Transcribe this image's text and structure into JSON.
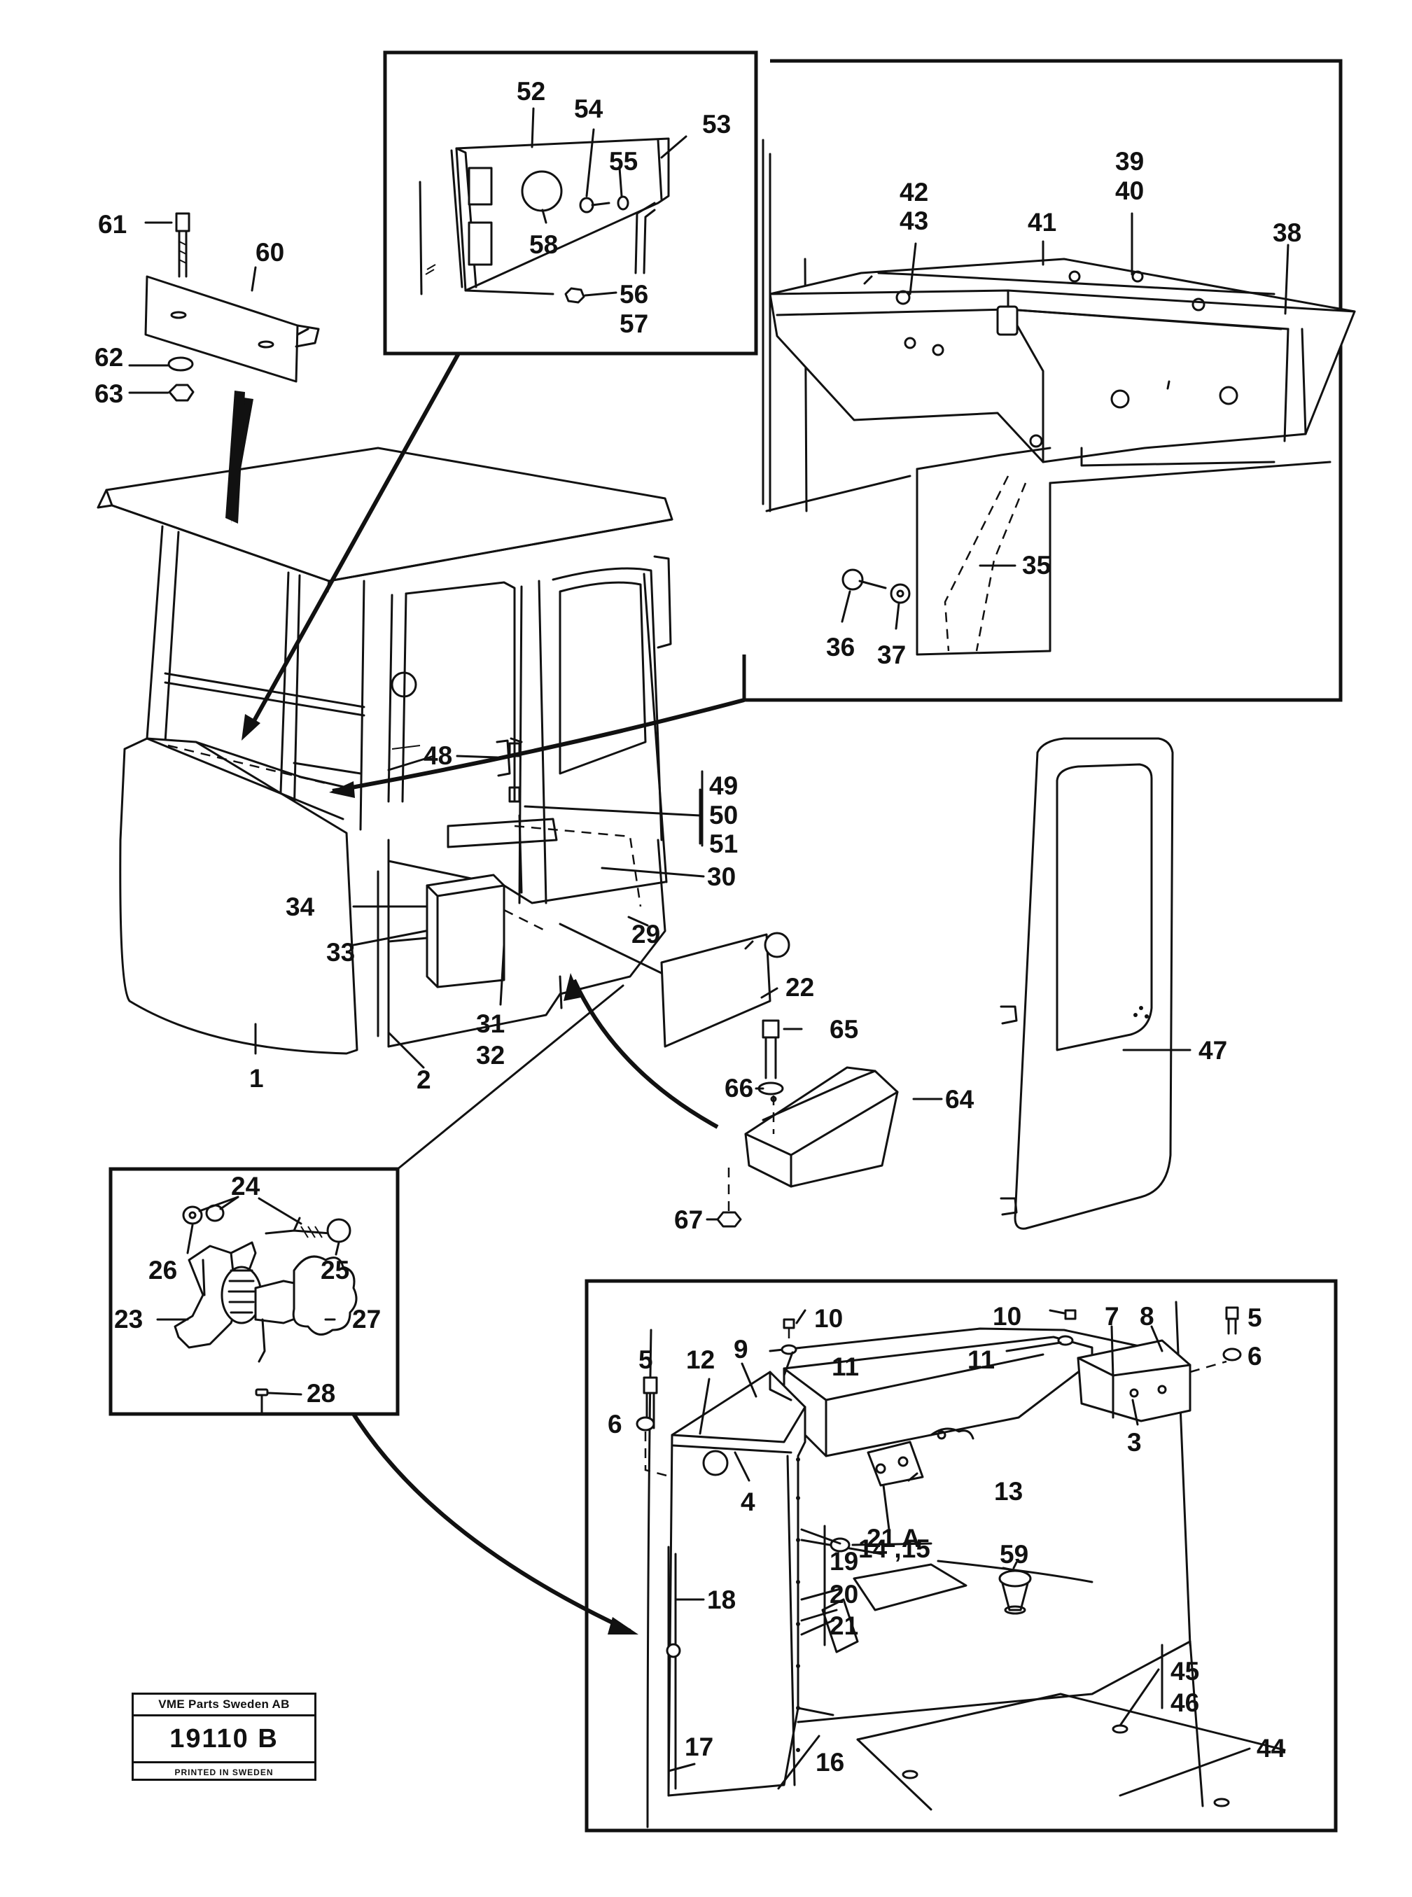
{
  "labels": {
    "l1": "1",
    "l2": "2",
    "l3": "3",
    "l4": "4",
    "l5a": "5",
    "l5b": "5",
    "l6a": "6",
    "l6b": "6",
    "l7": "7",
    "l8": "8",
    "l9": "9",
    "l10a": "10",
    "l10b": "10",
    "l11a": "11",
    "l11b": "11",
    "l12": "12",
    "l13": "13",
    "l14_15": "14 ,15",
    "l16": "16",
    "l17": "17",
    "l18": "18",
    "l19": "19",
    "l20": "20",
    "l21": "21",
    "l21a": "21 A",
    "l22": "22",
    "l23": "23",
    "l24": "24",
    "l25": "25",
    "l26": "26",
    "l27": "27",
    "l28": "28",
    "l29": "29",
    "l30": "30",
    "l31": "31",
    "l32": "32",
    "l33": "33",
    "l34": "34",
    "l35": "35",
    "l36": "36",
    "l37": "37",
    "l38": "38",
    "l39": "39",
    "l40": "40",
    "l41": "41",
    "l42": "42",
    "l43": "43",
    "l44": "44",
    "l45": "45",
    "l46": "46",
    "l47": "47",
    "l48": "48",
    "l49": "49",
    "l50": "50",
    "l51": "51",
    "l52": "52",
    "l53": "53",
    "l54": "54",
    "l55": "55",
    "l56": "56",
    "l57": "57",
    "l58": "58",
    "l59": "59",
    "l60": "60",
    "l61": "61",
    "l62": "62",
    "l63": "63",
    "l64": "64",
    "l65": "65",
    "l66": "66",
    "l67": "67"
  },
  "stamp": {
    "company": "VME Parts Sweden AB",
    "drawing_number": "19110 B",
    "printed": "PRINTED IN SWEDEN"
  }
}
